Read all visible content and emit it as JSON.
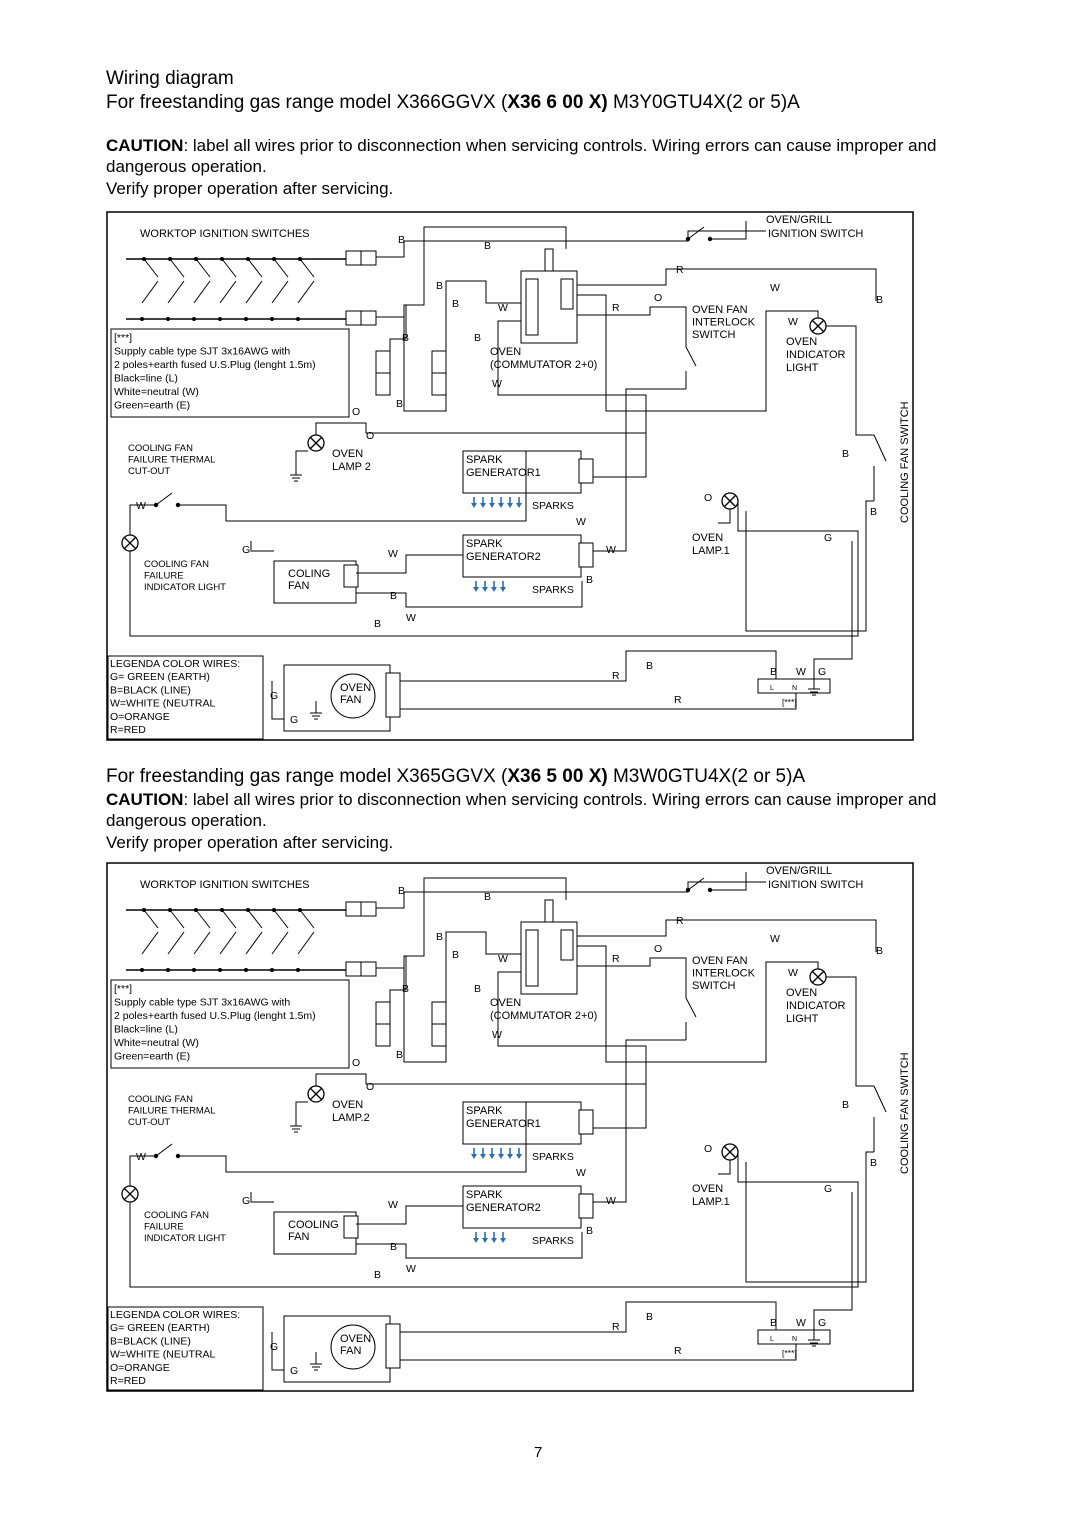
{
  "page_title": "Wiring diagram",
  "sections": [
    {
      "model_prefix": "For freestanding gas range model  X366GGVX (",
      "model_bold": "X36 6 00 X)",
      "model_suffix": "  M3Y0GTU4X(2 or 5)A",
      "caution_label": "CAUTION",
      "caution_text": ": label all wires prior to disconnection when servicing controls. Wiring errors can cause improper and dangerous operation.",
      "verify_text": "Verify proper operation after servicing.",
      "diagram": {
        "worktop": "WORKTOP IGNITION SWITCHES",
        "oven_grill": "OVEN/GRILL",
        "ignition_switch": "IGNITION SWITCH",
        "supply_lines": [
          "[***]",
          "Supply cable type SJT 3x16AWG with",
          "2 poles+earth fused U.S.Plug (lenght 1.5m)",
          "Black=line (L)",
          "White=neutral (W)",
          "Green=earth (E)"
        ],
        "oven_commutator": [
          "OVEN",
          "(COMMUTATOR 2+0)"
        ],
        "oven_fan_interlock": [
          "OVEN FAN",
          "INTERLOCK",
          "SWITCH"
        ],
        "oven_indicator": [
          "OVEN",
          "INDICATOR",
          "LIGHT"
        ],
        "cooling_fan_switch": "COOLING FAN SWITCH",
        "cooling_thermal": [
          "COOLING FAN",
          "FAILURE THERMAL",
          "CUT-OUT"
        ],
        "oven_lamp2": [
          "OVEN",
          "LAMP 2"
        ],
        "spark1": [
          "SPARK",
          "GENERATOR1"
        ],
        "spark2": [
          "SPARK",
          "GENERATOR2"
        ],
        "sparks": "SPARKS",
        "oven_lamp1": [
          "OVEN",
          "LAMP.1"
        ],
        "cooling_indicator": [
          "COOLING FAN",
          "FAILURE",
          "INDICATOR LIGHT"
        ],
        "cooling_fan_box": [
          "COLING",
          "FAN"
        ],
        "legend": [
          "LEGENDA COLOR WIRES:",
          "G= GREEN (EARTH)",
          "B=BLACK (LINE)",
          "W=WHITE (NEUTRAL",
          "O=ORANGE",
          "R=RED"
        ],
        "oven_fan": [
          "OVEN",
          "FAN"
        ],
        "terminal": [
          "L",
          "N"
        ],
        "terminal_ref": "[***]"
      }
    },
    {
      "model_prefix": "For freestanding gas range model  X365GGVX (",
      "model_bold": "X36 5 00 X)",
      "model_suffix": "  M3W0GTU4X(2 or 5)A",
      "caution_label": "CAUTION",
      "caution_text": ": label all wires prior to disconnection when servicing controls. Wiring errors can cause improper and dangerous operation.",
      "verify_text": "Verify proper operation after servicing.",
      "diagram": {
        "worktop": "WORKTOP IGNITION SWITCHES",
        "oven_grill": "OVEN/GRILL",
        "ignition_switch": "IGNITION SWITCH",
        "supply_lines": [
          "[***]",
          "Supply cable type SJT 3x16AWG with",
          "2 poles+earth fused U.S.Plug (lenght 1.5m)",
          "Black=line (L)",
          "White=neutral (W)",
          "Green=earth (E)"
        ],
        "oven_commutator": [
          "OVEN",
          "(COMMUTATOR 2+0)"
        ],
        "oven_fan_interlock": [
          "OVEN FAN",
          "INTERLOCK",
          "SWITCH"
        ],
        "oven_indicator": [
          "OVEN",
          "INDICATOR",
          "LIGHT"
        ],
        "cooling_fan_switch": "COOLING FAN SWITCH",
        "cooling_thermal": [
          "COOLING FAN",
          "FAILURE THERMAL",
          "CUT-OUT"
        ],
        "oven_lamp2": [
          "OVEN",
          "LAMP.2"
        ],
        "spark1": [
          "SPARK",
          "GENERATOR1"
        ],
        "spark2": [
          "SPARK",
          "GENERATOR2"
        ],
        "sparks": "SPARKS",
        "oven_lamp1": [
          "OVEN",
          "LAMP.1"
        ],
        "cooling_indicator": [
          "COOLING FAN",
          "FAILURE",
          "INDICATOR LIGHT"
        ],
        "cooling_fan_box": [
          "COOLING",
          "FAN"
        ],
        "legend": [
          "LEGENDA COLOR WIRES:",
          "G= GREEN (EARTH)",
          "B=BLACK (LINE)",
          "W=WHITE (NEUTRAL",
          "O=ORANGE",
          "R=RED"
        ],
        "oven_fan": [
          "OVEN",
          "FAN"
        ],
        "terminal": [
          "L",
          "N"
        ],
        "terminal_ref": "[***]"
      }
    }
  ],
  "page_number": "7"
}
